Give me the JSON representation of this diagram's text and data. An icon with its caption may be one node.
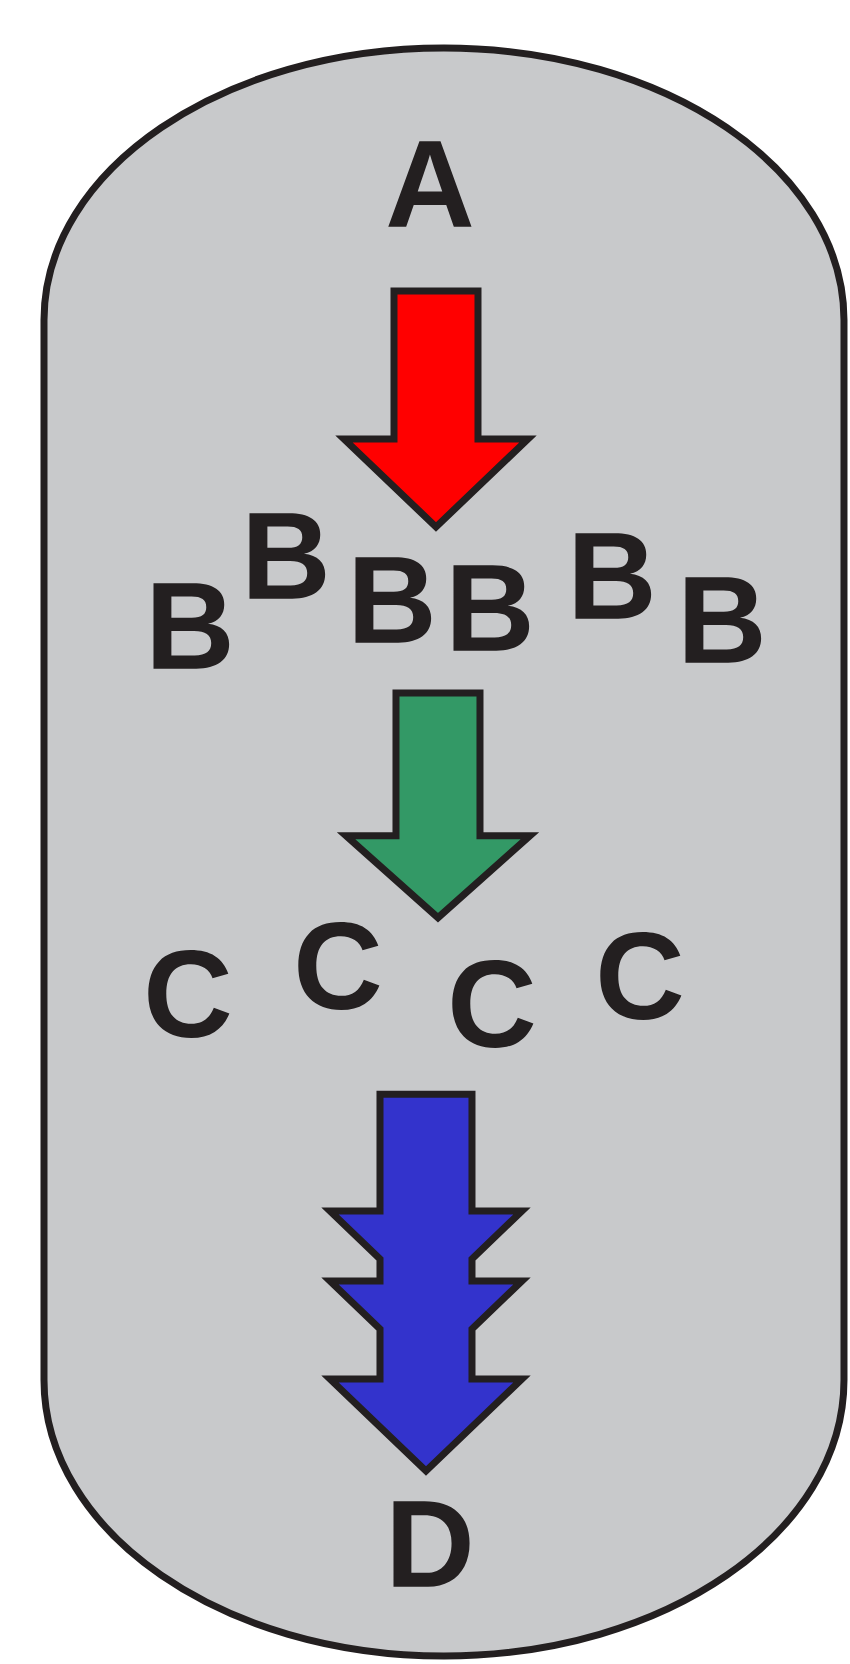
{
  "diagram": {
    "nodes": [
      {
        "text": [],
        "shape": "box"
      },
      {
        "text": [
          "A"
        ],
        "in": 0
      },
      {
        "text": [
          "B"
        ],
        "in": 0
      },
      {
        "text": [
          "B"
        ],
        "in": 0
      },
      {
        "text": [
          "B"
        ],
        "in": 0
      },
      {
        "text": [
          "B"
        ],
        "in": 0
      },
      {
        "text": [
          "B"
        ],
        "in": 0
      },
      {
        "text": [
          "B"
        ],
        "in": 0
      },
      {
        "text": [
          "C"
        ],
        "in": 0
      },
      {
        "text": [
          "C"
        ],
        "in": 0
      },
      {
        "text": [
          "C"
        ],
        "in": 0
      },
      {
        "text": [
          "C"
        ],
        "in": 0
      },
      {
        "text": [
          "D"
        ],
        "in": 0
      }
    ],
    "edges": [
      {
        "from": 1,
        "to": 4,
        "arrow": "to",
        "color": "#ff0000"
      },
      {
        "from": 4,
        "to": 10,
        "arrow": "to",
        "color": "#339966"
      },
      {
        "from": 10,
        "to": 12,
        "arrow": "to",
        "color": "#3333cc"
      }
    ]
  }
}
